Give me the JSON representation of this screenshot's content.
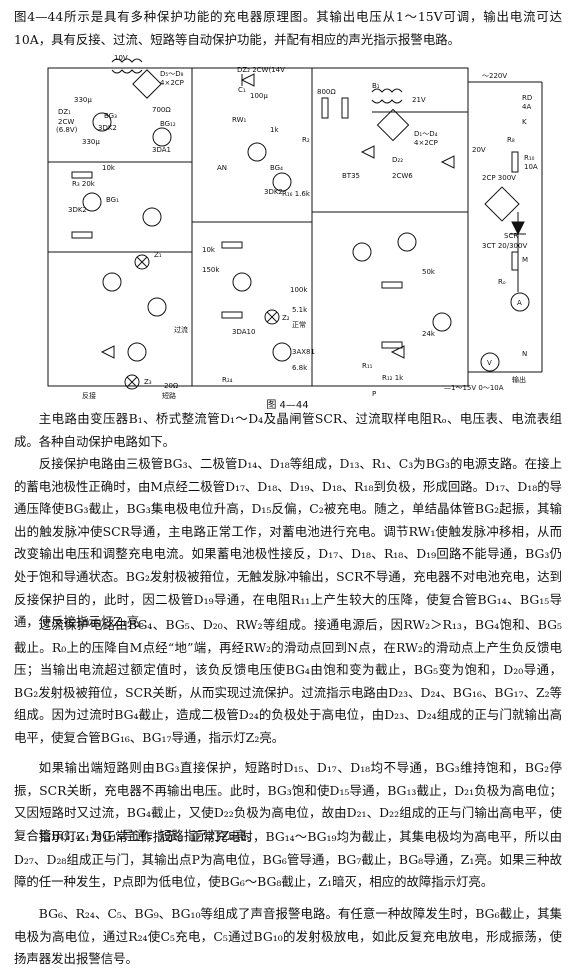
{
  "intro": "图4—44所示是具有多种保护功能的充电器原理图。其输出电压从1～15V可调，输出电流可达10A，具有反接、过流、短路等自动保护功能，并配有相应的声光指示报警电路。",
  "figure": {
    "caption": "图 4—44",
    "labels": {
      "t10v": "10V",
      "d5d8": "D₅～D₈",
      "cp4x2": "4×2CP",
      "dz2": "DZ₂ 2CW(14V",
      "c1": "C₁",
      "c1v": "100μ",
      "c330": "330μ",
      "r700": "700Ω",
      "dz1": "DZ₁",
      "cw2": "2CW",
      "v68": "(6.8V)",
      "bg3": "BG₃",
      "dk3": "3DK2",
      "bg12": "BG₁₂",
      "da1": "3DA1",
      "c330b": "330μ",
      "r10k": "10k",
      "rw1": "RW₁",
      "r2": "R₂",
      "r800": "800Ω",
      "r1k": "1k",
      "b1": "B₁",
      "v21": "21V",
      "d1d4": "D₁～D₄",
      "cp4x2b": "4×2CP",
      "v220": "～220V",
      "rd": "RD",
      "a4": "4A",
      "k": "K",
      "v20": "20V",
      "r10": "R₁₀",
      "r10a": "10A",
      "r8": "R₈",
      "v300": "2CP 300V",
      "bg4": "BG₄",
      "dk2b": "3DK2",
      "an": "AN",
      "r16k": "R₁₆ 1.6k",
      "bt35": "BT35",
      "cw6": "2CW6",
      "d22": "D₂₂",
      "scr": "SCR",
      "scrv": "3CT 20/300V",
      "r20k": "R₃ 20k",
      "dk2c": "3DK2",
      "bg1": "BG₁",
      "r50k": "50k",
      "r150k": "150k",
      "r10kb": "10k",
      "r100k": "100k",
      "r51k": "5.1k",
      "m": "M",
      "ro": "Rₒ",
      "ia": "A",
      "v": "V",
      "n": "N",
      "rs": "R₁₁",
      "r12k": "R₁₂ 1k",
      "z1": "Z₁",
      "z2": "Z₂",
      "z3": "Z₃",
      "sw": "正常",
      "guo": "过流",
      "fan": "反接",
      "duan": "短路",
      "da10": "3DA10",
      "r20o": "20Ω",
      "r24k": "24k",
      "r68k": "6.8k",
      "d3ax": "3AX81",
      "out": "—1～15V  0～10A",
      "shu": "输出",
      "p": "P",
      "r1kb": "R₂₄"
    }
  },
  "paragraphs": [
    "主电路由变压器B₁、桥式整流管D₁～D₄及晶闸管SCR、过流取样电阻Rₒ、电压表、电流表组成。各种自动保护电路如下。",
    "反接保护电路由三极管BG₃、二极管D₁₄、D₁₈等组成，D₁₃、R₁、C₃为BG₃的电源支路。在接上的蓄电池极性正确时，由M点经二极管D₁₇、D₁₈、D₁₉、D₁₈、R₁₈到负极，形成回路。D₁₇、D₁₈的导通压降使BG₃截止，BG₃集电极电位升高，D₁₅反偏，C₂被充电。随之，单结晶体管BG₂起振，其输出的触发脉冲使SCR导通，主电路正常工作，对蓄电池进行充电。调节RW₁使触发脉冲移相，从而改变输出电压和调整充电电流。如果蓄电池极性接反，D₁₇、D₁₈、R₁₈、D₁₉回路不能导通，BG₃仍处于饱和导通状态。BG₂发射极被箝位，无触发脉冲输出，SCR不导通，充电器不对电池充电，达到反接保护目的，此时，因二极管D₁₉导通，在电阻R₁₁上产生较大的压降，使复合管BG₁₄、BG₁₅导通，使反接指示灯Z₁亮。",
    "过流保护电路由BG₄、BG₅、D₂₀、RW₂等组成。接通电源后，因RW₂＞R₁₃，BG₄饱和、BG₅截止。R₀上的压降自M点经“地”端，再经RW₂的滑动点回到N点，在RW₂的滑动点上产生负反馈电压；当输出电流超过额定值时，该负反馈电压使BG₄由饱和变为截止，BG₅变为饱和，D₂₀导通，BG₂发射极被箝位，SCR关断，从而实现过流保护。过流指示电路由D₂₃、D₂₄、BG₁₆、BG₁₇、Z₂等组成。因为过流时BG₄截止，造成二极管D₂₄的负极处于高电位，由D₂₃、D₂₄组成的正与门就输出高电平，使复合管BG₁₆、BG₁₇导通，指示灯Z₂亮。",
    "如果输出端短路则由BG₃直接保护，短路时D₁₅、D₁₇、D₁₈均不导通，BG₃维持饱和，BG₂停振，SCR关断，充电器不再输出电压。此时，BG₃饱和使D₁₅导通，BG₁₃截止，D₂₁负极为高电位；又因短路时又过流，BG₄截止，又使D₂₂负极为高电位，故由D₂₁、D₂₂组成的正与门输出高电平，使复合管BG₁₄、BG₁₅导通，短路指示灯Z₂亮。",
    "指示灯Z₁为正常工作指示。正常充电时，BG₁₄～BG₁₉均为截止，其集电极均为高电平，所以由D₂₇、D₂₈组成正与门，其输出点P为高电位，BG₆管导通，BG₇截止，BG₈导通，Z₁亮。如果三种故障的任一种发生，P点即为低电位，使BG₆～BG₈截止，Z₁暗灭，相应的故障指示灯亮。",
    "BG₆、R₂₄、C₅、BG₉、BG₁₀等组成了声音报警电路。有任意一种故障发生时，BG₆截止，其集电极为高电位，通过R₂₄使C₅充电，C₅通过BG₁₀的发射极放电，如此反复充电放电，形成振荡，使扬声器发出报警信号。"
  ]
}
